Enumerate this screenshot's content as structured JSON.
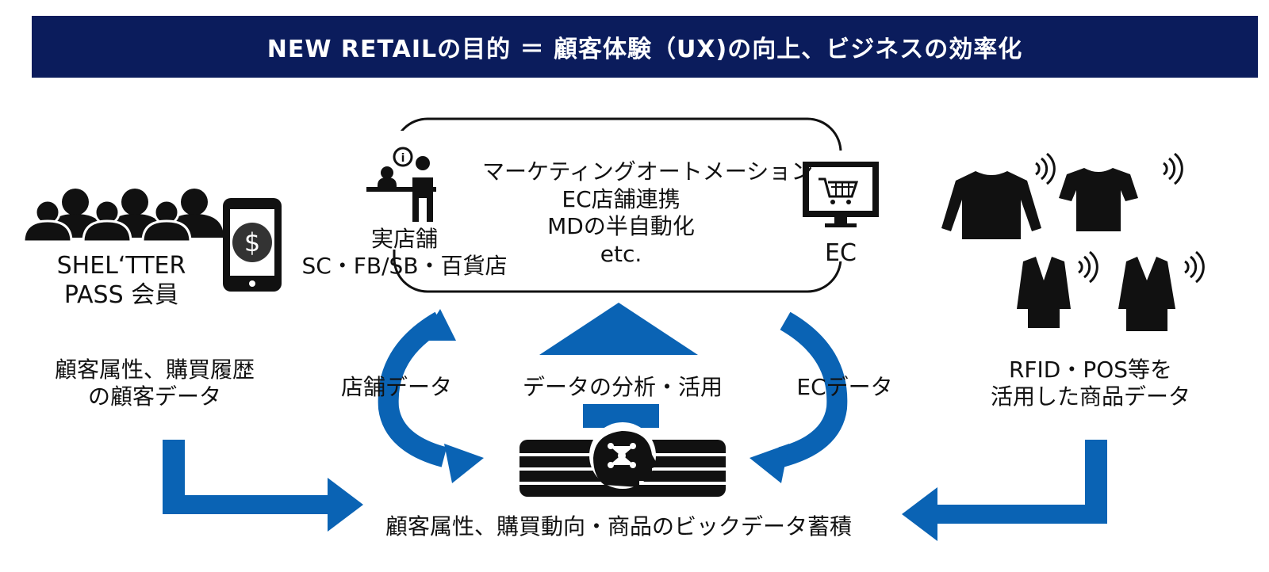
{
  "header": {
    "title": "NEW RETAILの目的 ＝ 顧客体験（UX)の向上、ビジネスの効率化"
  },
  "left": {
    "member_label_line1": "SHEL‘TTER",
    "member_label_line2": "PASS 会員",
    "data_line1": "顧客属性、購買履歴",
    "data_line2": "の顧客データ"
  },
  "center_panel": {
    "store_label_line1": "実店舗",
    "store_label_line2": "SC・FB/SB・百貨店",
    "functions": [
      "マーケティングオートメーション",
      "EC店舗連携",
      "MDの半自動化",
      "etc."
    ],
    "ec_label": "EC"
  },
  "flows": {
    "store_data": "店舗データ",
    "analysis": "データの分析・活用",
    "ec_data": "ECデータ"
  },
  "right": {
    "data_line1": "RFID・POS等を",
    "data_line2": "活用した商品データ"
  },
  "bottom": {
    "bigdata_label": "顧客属性、購買動向・商品のビックデータ蓄積"
  },
  "colors": {
    "banner": "#0b1c5c",
    "arrow_blue": "#0a63b4",
    "icon": "#111111"
  },
  "icons": [
    "people-icon",
    "smartphone-icon",
    "store-clerk-icon",
    "info-icon",
    "monitor-cart-icon",
    "clothing-rfid-icon",
    "database-ai-icon"
  ]
}
